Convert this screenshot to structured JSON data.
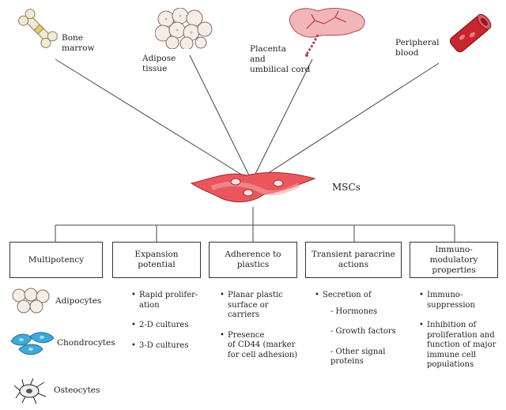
{
  "sources": [
    {
      "label": "Bone\nmarrow",
      "icon": "bone-icon"
    },
    {
      "label": "Adipose\ntissue",
      "icon": "adipose-cells-icon"
    },
    {
      "label": "Placenta\nand\numbilical cord",
      "icon": "placenta-icon"
    },
    {
      "label": "Peripheral\nblood",
      "icon": "blood-vessel-icon"
    }
  ],
  "center": {
    "label": "MSCs",
    "icon": "msc-cells-icon",
    "color": "#d9534f"
  },
  "categories": [
    {
      "label": "Multipotency"
    },
    {
      "label": "Expansion potential"
    },
    {
      "label": "Adherence to plastics"
    },
    {
      "label": "Transient paracrine\nactions"
    },
    {
      "label": "Immuno-\nmodulatory\nproperties"
    }
  ],
  "cell_types": [
    {
      "label": "Adipocytes",
      "icon": "adipocytes-icon"
    },
    {
      "label": "Chondrocytes",
      "icon": "chondrocytes-icon",
      "color": "#3fa9d9"
    },
    {
      "label": "Osteocytes",
      "icon": "osteocytes-icon"
    }
  ],
  "expansion_items": [
    "Rapid prolifer-\nation",
    "2-D cultures",
    "3-D cultures"
  ],
  "adherence_items": [
    "Planar plastic\nsurface or\ncarriers",
    "Presence\nof CD44 (marker\nfor cell adhesion)"
  ],
  "paracrine": {
    "head": "Secretion of",
    "subs": [
      "- Hormones",
      "- Growth factors",
      "- Other signal\n  proteins"
    ]
  },
  "immuno_items": [
    "Immuno-\nsuppression",
    "Inhibition of\nproliferation and\nfunction of major\nimmune cell\npopulations"
  ]
}
